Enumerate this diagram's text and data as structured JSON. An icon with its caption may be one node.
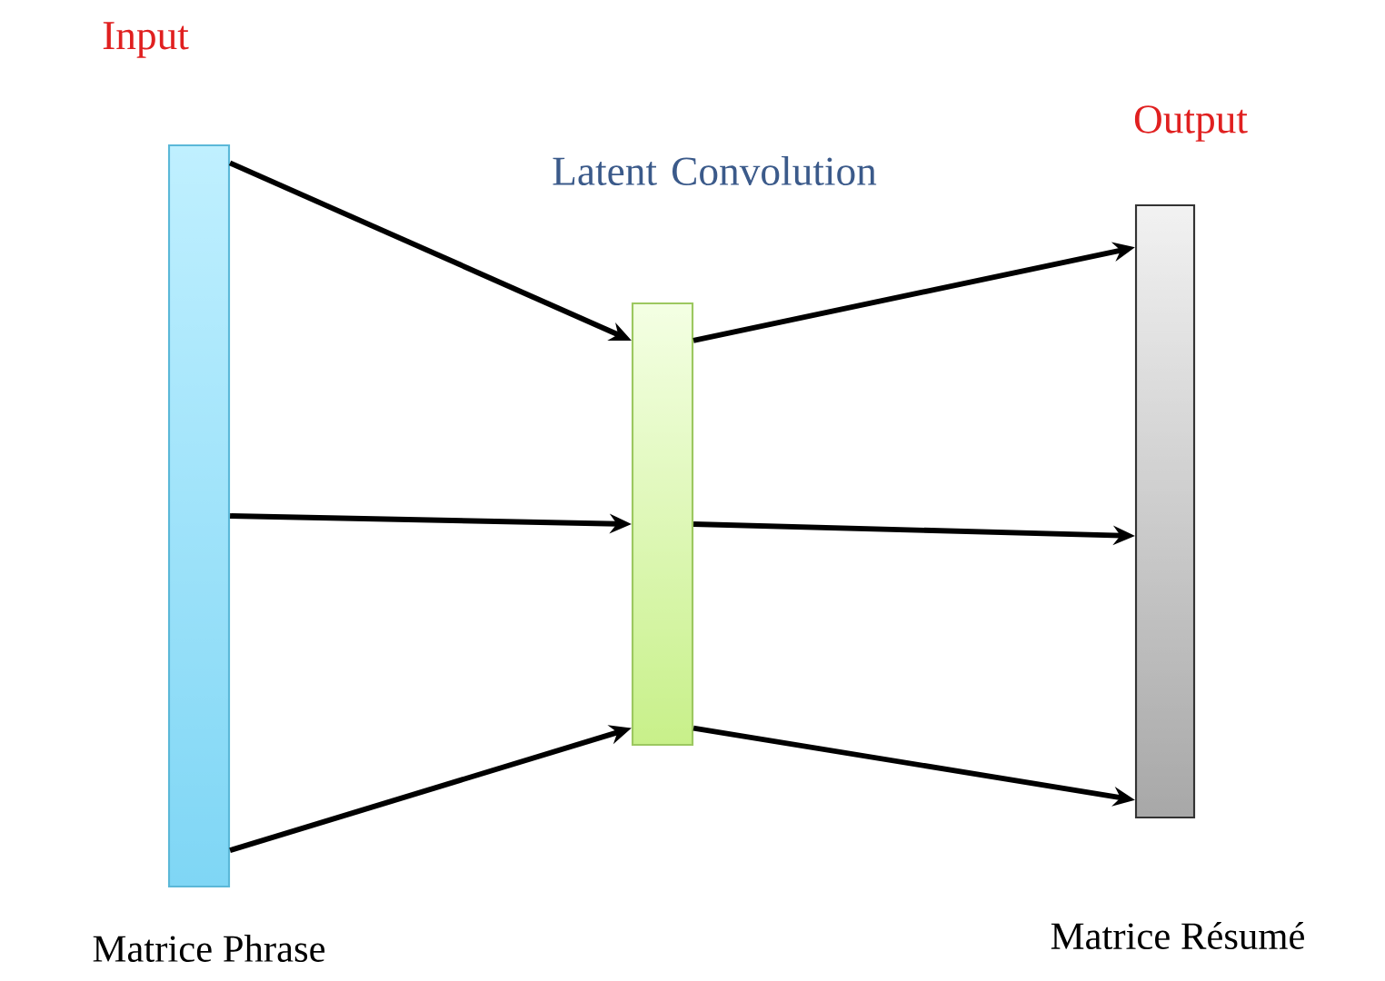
{
  "diagram": {
    "nodes": [
      {
        "text": [
          "Input"
        ],
        "beside": [
          "Matrice Phrase"
        ]
      },
      {
        "text": [
          "Latent Convolution"
        ]
      },
      {
        "text": [
          "Output"
        ],
        "beside": [
          "Matrice Résumé"
        ]
      }
    ],
    "edges": [
      {
        "from": 0,
        "to": 1,
        "arrow": "to"
      },
      {
        "from": 0,
        "to": 1,
        "arrow": "to"
      },
      {
        "from": 0,
        "to": 1,
        "arrow": "to"
      },
      {
        "from": 1,
        "to": 2,
        "arrow": "to"
      },
      {
        "from": 1,
        "to": 2,
        "arrow": "to"
      },
      {
        "from": 1,
        "to": 2,
        "arrow": "to"
      }
    ]
  }
}
